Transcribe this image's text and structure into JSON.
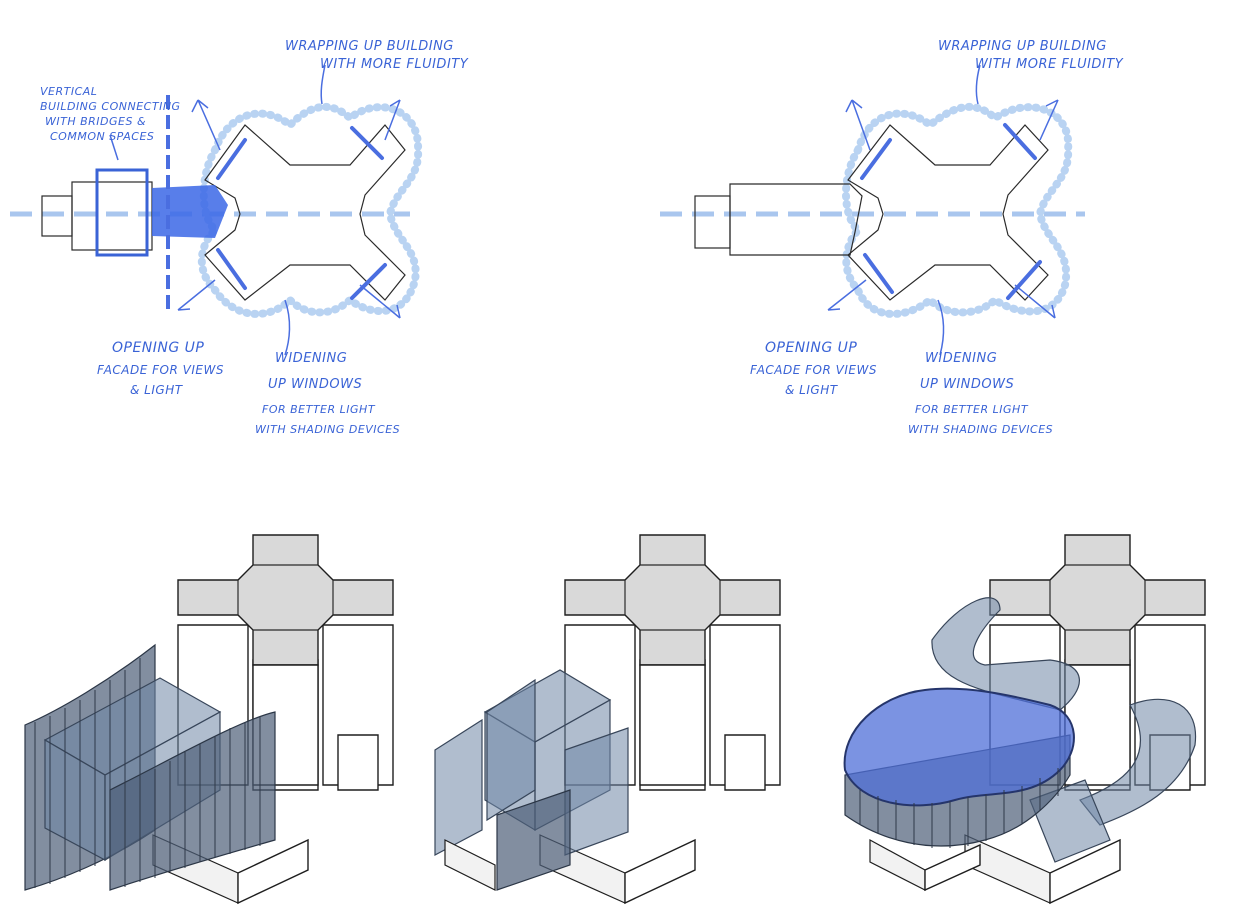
{
  "sketch_left": {
    "note_wrapping": [
      "WRAPPING UP BUILDING",
      "WITH MORE FLUIDITY"
    ],
    "note_vertical": [
      "VERTICAL",
      "BUILDING CONNECTING",
      "WITH BRIDGES &",
      "COMMON SPACES"
    ],
    "note_opening": [
      "OPENING UP",
      "FACADE FOR VIEWS",
      "& LIGHT"
    ],
    "note_widening": [
      "WIDENING",
      "UP WINDOWS",
      "FOR BETTER LIGHT",
      "WITH SHADING DEVICES"
    ]
  },
  "sketch_right": {
    "note_wrapping": [
      "WRAPPING UP BUILDING",
      "WITH MORE FLUIDITY"
    ],
    "note_opening": [
      "OPENING UP",
      "FACADE FOR VIEWS",
      "& LIGHT"
    ],
    "note_widening": [
      "WIDENING",
      "UP WINDOWS",
      "FOR BETTER LIGHT",
      "WITH SHADING DEVICES"
    ]
  },
  "colors": {
    "annotation_blue": "#3a63d6",
    "halo_blue": "#b9d3f2",
    "glass_blue_grey": "#6f86a6",
    "roof_grey": "#d9d9d9"
  }
}
